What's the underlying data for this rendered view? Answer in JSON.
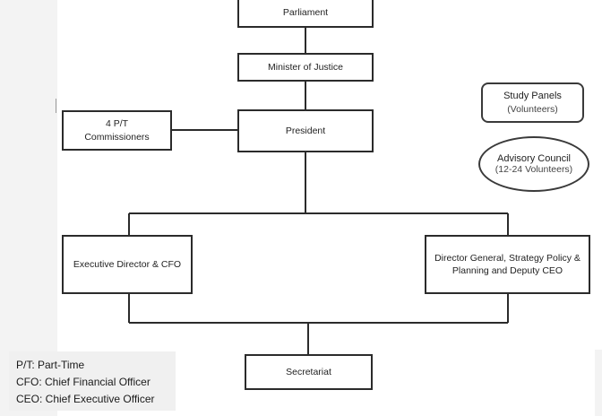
{
  "org_chart": {
    "parliament": "Parliament",
    "minister": "Minister of Justice",
    "commissioners": [
      "4 P/T",
      "Commissioners"
    ],
    "president": "President",
    "executive_director": "Executive Director & CFO",
    "director_general": [
      "Director General, Strategy Policy &",
      "Planning and Deputy CEO"
    ],
    "secretariat": "Secretariat",
    "study_panels": {
      "title": "Study Panels",
      "subtitle": "(Volunteers)"
    },
    "advisory_council": {
      "title": "Advisory Council",
      "subtitle": "(12-24 Volunteers)"
    }
  },
  "legend": [
    "P/T: Part-Time",
    "CFO: Chief Financial Officer",
    "CEO: Chief Executive Officer"
  ],
  "colors": {
    "line": "#2b2b2b",
    "background": "#ffffff",
    "legend_bg": "#f0f0f0"
  }
}
